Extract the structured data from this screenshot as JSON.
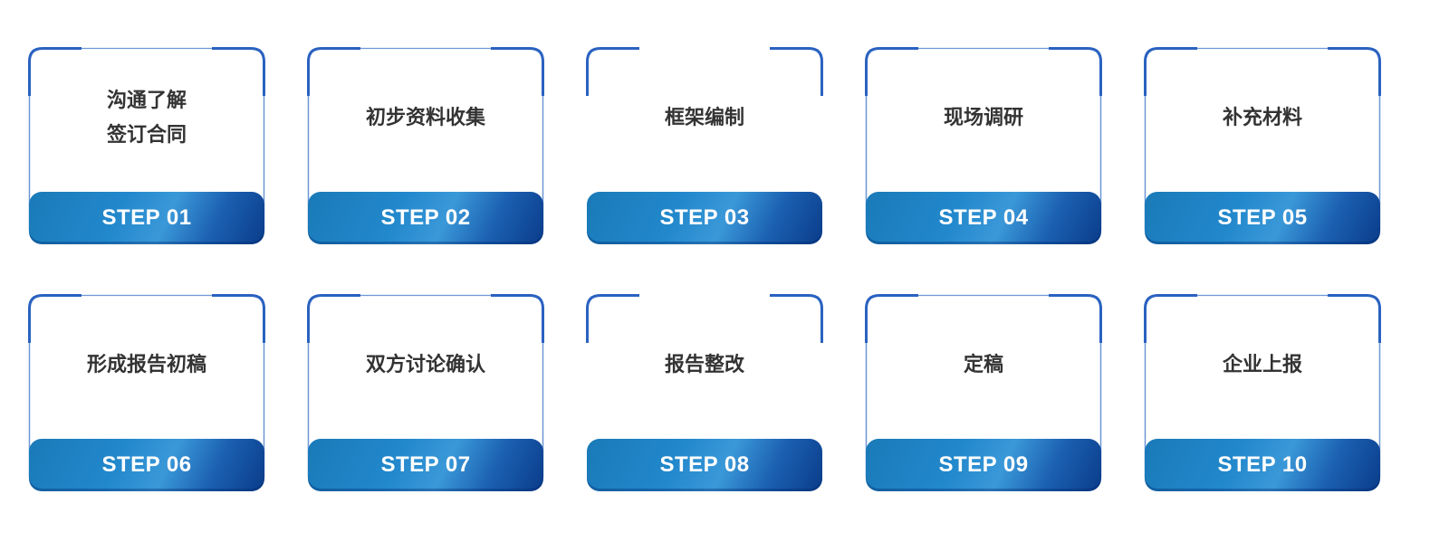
{
  "steps": [
    {
      "lines": [
        "沟通了解",
        "签订合同"
      ],
      "label": "STEP 01",
      "variant": "a"
    },
    {
      "lines": [
        "初步资料收集"
      ],
      "label": "STEP 02",
      "variant": "a"
    },
    {
      "lines": [
        "框架编制"
      ],
      "label": "STEP 03",
      "variant": "b"
    },
    {
      "lines": [
        "现场调研"
      ],
      "label": "STEP 04",
      "variant": "a"
    },
    {
      "lines": [
        "补充材料"
      ],
      "label": "STEP 05",
      "variant": "a"
    },
    {
      "lines": [
        "形成报告初稿"
      ],
      "label": "STEP 06",
      "variant": "a"
    },
    {
      "lines": [
        "双方讨论确认"
      ],
      "label": "STEP 07",
      "variant": "a"
    },
    {
      "lines": [
        "报告整改"
      ],
      "label": "STEP 08",
      "variant": "b"
    },
    {
      "lines": [
        "定稿"
      ],
      "label": "STEP 09",
      "variant": "a"
    },
    {
      "lines": [
        "企业上报"
      ],
      "label": "STEP 10",
      "variant": "a"
    }
  ],
  "colors": {
    "outline_thin": "#6d97d6",
    "outline_thick": "#2a62c0",
    "title_text": "#333333",
    "step_text": "#ffffff"
  }
}
